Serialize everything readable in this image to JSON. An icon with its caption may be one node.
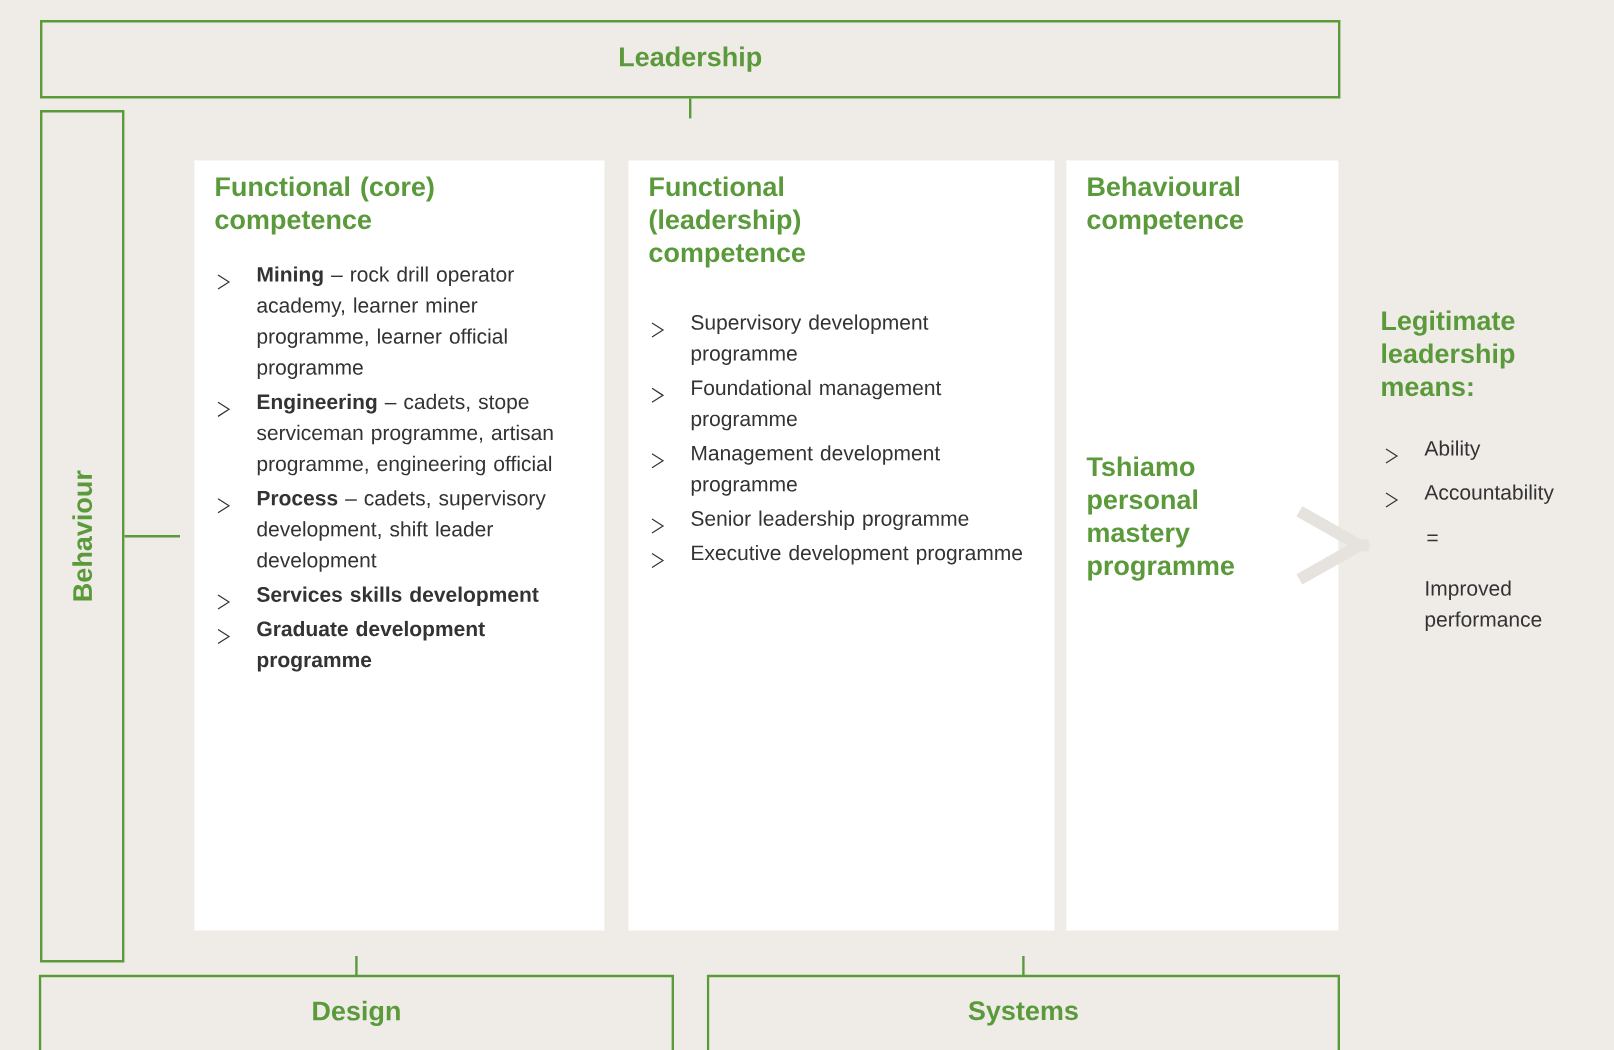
{
  "diagram": {
    "nodes": [
      {
        "text": [
          "Leadership"
        ]
      },
      {
        "text": [
          "Behaviour"
        ]
      },
      {
        "text": [
          "Functional (core) competence",
          "**Mining** – rock drill operator academy, learner miner programme, learner official programme",
          "**Engineering** – cadets, stope serviceman programme, artisan programme, engineering official",
          "**Process** – cadets, supervisory development, shift leader development",
          "**Services skills development**",
          "**Graduate development programme**"
        ]
      },
      {
        "text": [
          "Functional (leadership) competence",
          "Supervisory development programme",
          "Foundational management programme",
          "Management development programme",
          "Senior leadership programme",
          "Executive development programme"
        ]
      },
      {
        "text": [
          "Behavioural competence",
          "Tshiamo personal mastery programme"
        ]
      },
      {
        "text": [
          "Legitimate leadership means:",
          "Ability",
          "Accountability",
          "=",
          "Improved performance"
        ]
      },
      {
        "text": [
          "Design"
        ]
      },
      {
        "text": [
          "Systems"
        ]
      }
    ],
    "edges": [
      {
        "from": 0,
        "to": null,
        "arrow": "none"
      },
      {
        "from": 1,
        "to": 2,
        "arrow": "none"
      },
      {
        "from": 6,
        "to": null,
        "arrow": "none"
      },
      {
        "from": 7,
        "to": null,
        "arrow": "none"
      },
      {
        "from": 4,
        "to": 5,
        "arrow": "to",
        "style": "thick",
        "color": "#e6e3df"
      }
    ]
  }
}
